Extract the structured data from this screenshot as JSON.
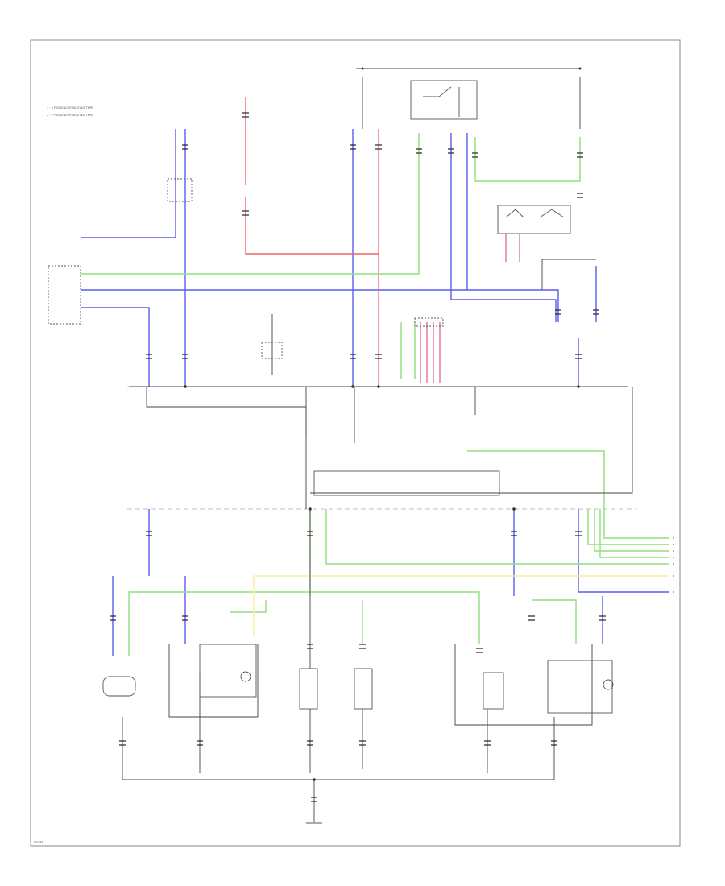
{
  "colors": {
    "blue": "#5a5cf0",
    "green": "#8fe07a",
    "red": "#f06464",
    "pink": "#e05a8a",
    "yellow": "#f4f0a0",
    "black": "#333333",
    "gray": "#999999"
  },
  "labels": {
    "legend_1": "1 : 5 PASSENGER SEATING TYPE",
    "legend_2": "2 : 7 PASSENGER SEATING TYPE",
    "footer_code": "T12948"
  }
}
